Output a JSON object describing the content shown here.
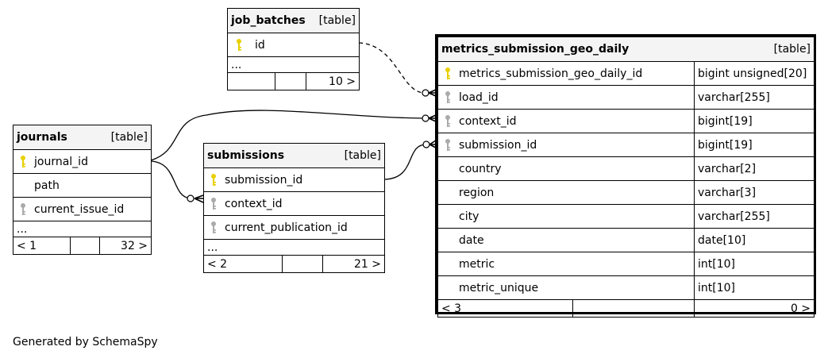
{
  "tables": {
    "job_batches": {
      "name": "job_batches",
      "type": "[table]",
      "columns": [
        {
          "name": "id",
          "key": "primary"
        }
      ],
      "more": "...",
      "footer": [
        "",
        "",
        "10 >"
      ]
    },
    "journals": {
      "name": "journals",
      "type": "[table]",
      "columns": [
        {
          "name": "journal_id",
          "key": "primary"
        },
        {
          "name": "path",
          "key": "none"
        },
        {
          "name": "current_issue_id",
          "key": "foreign"
        }
      ],
      "more": "...",
      "footer": [
        "< 1",
        "",
        "32 >"
      ]
    },
    "submissions": {
      "name": "submissions",
      "type": "[table]",
      "columns": [
        {
          "name": "submission_id",
          "key": "primary"
        },
        {
          "name": "context_id",
          "key": "foreign"
        },
        {
          "name": "current_publication_id",
          "key": "foreign"
        }
      ],
      "more": "...",
      "footer": [
        "< 2",
        "",
        "21 >"
      ]
    },
    "metrics_submission_geo_daily": {
      "name": "metrics_submission_geo_daily",
      "type": "[table]",
      "columns": [
        {
          "name": "metrics_submission_geo_daily_id",
          "key": "primary",
          "dtype": "bigint unsigned[20]"
        },
        {
          "name": "load_id",
          "key": "foreign",
          "dtype": "varchar[255]"
        },
        {
          "name": "context_id",
          "key": "foreign",
          "dtype": "bigint[19]"
        },
        {
          "name": "submission_id",
          "key": "foreign",
          "dtype": "bigint[19]"
        },
        {
          "name": "country",
          "key": "none",
          "dtype": "varchar[2]"
        },
        {
          "name": "region",
          "key": "none",
          "dtype": "varchar[3]"
        },
        {
          "name": "city",
          "key": "none",
          "dtype": "varchar[255]"
        },
        {
          "name": "date",
          "key": "none",
          "dtype": "date[10]"
        },
        {
          "name": "metric",
          "key": "none",
          "dtype": "int[10]"
        },
        {
          "name": "metric_unique",
          "key": "none",
          "dtype": "int[10]"
        }
      ],
      "footer": [
        "< 3",
        "",
        "0 >"
      ]
    }
  },
  "relationships": [
    {
      "from": "job_batches.id",
      "to": "metrics_submission_geo_daily.load_id",
      "style": "dashed"
    },
    {
      "from": "journals.journal_id",
      "to": "metrics_submission_geo_daily.context_id",
      "style": "solid"
    },
    {
      "from": "journals.journal_id",
      "to": "submissions.context_id",
      "style": "solid"
    },
    {
      "from": "submissions.submission_id",
      "to": "metrics_submission_geo_daily.submission_id",
      "style": "solid"
    }
  ],
  "colors": {
    "primary_key": "#e8d000",
    "foreign_key": "#aaaaaa",
    "header_bg": "#f4f4f4"
  },
  "generated_by": "Generated by SchemaSpy"
}
